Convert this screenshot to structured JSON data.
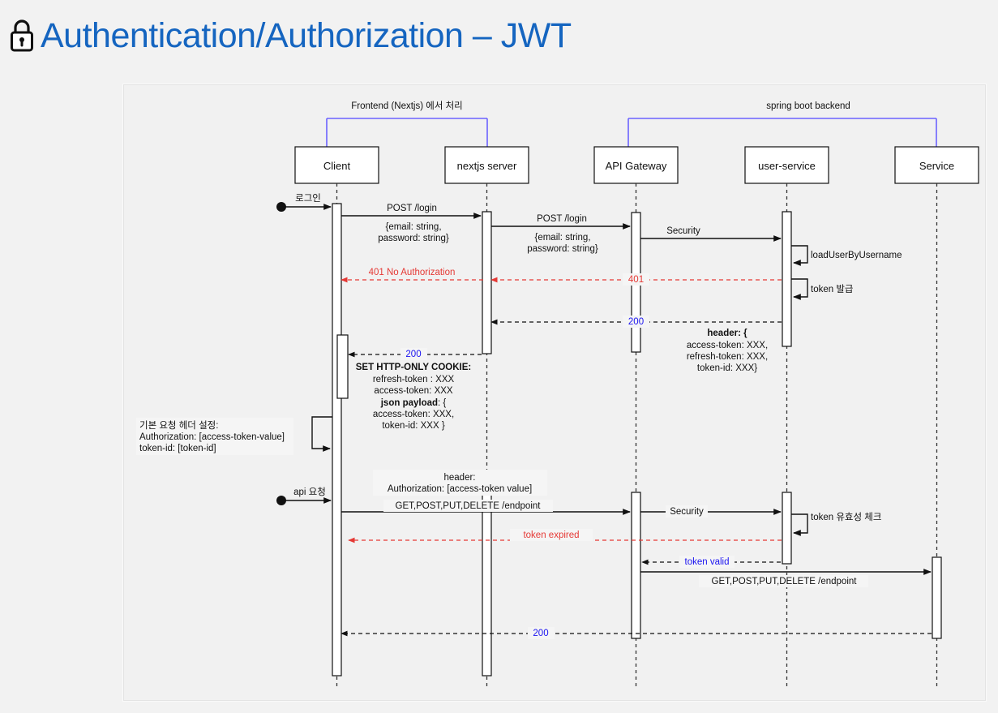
{
  "page": {
    "title": "Authentication/Authorization – JWT",
    "title_color": "#1565c0",
    "lock_icon": "lock-icon",
    "background": "#f2f2f2"
  },
  "diagram": {
    "type": "sequence-diagram",
    "groups": [
      {
        "label": "Frontend (Nextjs) 에서 처리",
        "color": "#6c63ff",
        "from": "Client",
        "to": "nextjs server"
      },
      {
        "label": "spring boot backend",
        "color": "#6c63ff",
        "from": "API Gateway",
        "to": "Service"
      }
    ],
    "participants": [
      {
        "id": "client",
        "label": "Client"
      },
      {
        "id": "nextjs",
        "label": "nextjs server"
      },
      {
        "id": "gateway",
        "label": "API Gateway"
      },
      {
        "id": "usersvc",
        "label": "user-service"
      },
      {
        "id": "service",
        "label": "Service"
      }
    ],
    "messages": [
      {
        "id": "m1",
        "label": "로그인",
        "from": "actor",
        "to": "client",
        "style": "solid"
      },
      {
        "id": "m2",
        "label": "POST /login",
        "from": "client",
        "to": "nextjs",
        "style": "solid"
      },
      {
        "id": "m2b",
        "label": "{email: string,",
        "sub": true
      },
      {
        "id": "m2c",
        "label": "password: string}",
        "sub": true
      },
      {
        "id": "m3",
        "label": "POST /login",
        "from": "nextjs",
        "to": "gateway",
        "style": "solid"
      },
      {
        "id": "m3b",
        "label": "{email: string,",
        "sub": true
      },
      {
        "id": "m3c",
        "label": "password: string}",
        "sub": true
      },
      {
        "id": "m4",
        "label": "Security",
        "from": "gateway",
        "to": "usersvc",
        "style": "solid"
      },
      {
        "id": "m5",
        "label": "loadUserByUsername",
        "from": "usersvc",
        "to": "usersvc",
        "style": "self"
      },
      {
        "id": "m6",
        "label": "401 No Authorization",
        "from": "nextjs",
        "to": "client",
        "style": "dashed-red",
        "color": "#e53935"
      },
      {
        "id": "m7",
        "label": "401",
        "from": "usersvc",
        "to": "nextjs",
        "style": "dashed-red",
        "color": "#e53935"
      },
      {
        "id": "m8",
        "label": "token 발급",
        "from": "usersvc",
        "to": "usersvc",
        "style": "self"
      },
      {
        "id": "m9",
        "label": "200",
        "from": "usersvc",
        "to": "nextjs",
        "style": "dashed-blue",
        "color": "#1a13f0"
      },
      {
        "id": "m10",
        "label": "200",
        "from": "nextjs",
        "to": "client",
        "style": "dashed-blue",
        "color": "#1a13f0"
      },
      {
        "id": "m11",
        "label": "api 요청",
        "from": "actor",
        "to": "client",
        "style": "solid"
      },
      {
        "id": "m12",
        "label": "GET,POST,PUT,DELETE /endpoint",
        "from": "client",
        "to": "gateway",
        "style": "solid"
      },
      {
        "id": "m13",
        "label": "Security",
        "from": "gateway",
        "to": "usersvc",
        "style": "solid"
      },
      {
        "id": "m14",
        "label": "token 유효성 체크",
        "from": "usersvc",
        "to": "usersvc",
        "style": "self"
      },
      {
        "id": "m15",
        "label": "token expired",
        "from": "usersvc",
        "to": "client",
        "style": "dashed-red",
        "color": "#e53935"
      },
      {
        "id": "m16",
        "label": "token valid",
        "from": "usersvc",
        "to": "gateway",
        "style": "dashed-blue",
        "color": "#1a13f0"
      },
      {
        "id": "m17",
        "label": "GET,POST,PUT,DELETE /endpoint",
        "from": "gateway",
        "to": "service",
        "style": "solid"
      },
      {
        "id": "m18",
        "label": "200",
        "from": "service",
        "to": "client",
        "style": "dashed-blue",
        "color": "#1a13f0"
      }
    ],
    "notes": {
      "header_block": {
        "title": "header: {",
        "lines": [
          "access-token: XXX,",
          "refresh-token: XXX,",
          "token-id: XXX}"
        ]
      },
      "cookie_block": {
        "title": "SET HTTP-ONLY COOKIE:",
        "lines": [
          "refresh-token : XXX",
          "access-token: XXX"
        ],
        "payload_title": "json payload",
        "payload_suffix": ": {",
        "payload_lines": [
          "access-token: XXX,",
          "token-id: XXX }"
        ]
      },
      "client_header_note": {
        "lines": [
          "기본 요청 헤더 설정:",
          "Authorization:  [access-token-value]",
          "token-id: [token-id]"
        ]
      },
      "api_header_note": {
        "lines": [
          "header:",
          "Authorization: [access-token value]"
        ]
      }
    }
  }
}
